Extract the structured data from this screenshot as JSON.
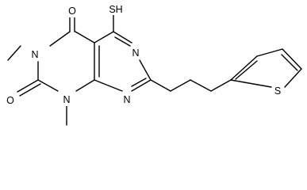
{
  "atoms": {
    "thiol": "SH",
    "carbonyl_o_upper": "O",
    "carbonyl_o_lower": "O",
    "n_upper": "N",
    "n_lower": "N",
    "n_pyrimidine_upper": "N",
    "n_pyrimidine_lower": "N",
    "s_thiophene": "S"
  },
  "colors": {
    "bond": "#000000",
    "label": "#000000",
    "background": "#ffffff"
  }
}
